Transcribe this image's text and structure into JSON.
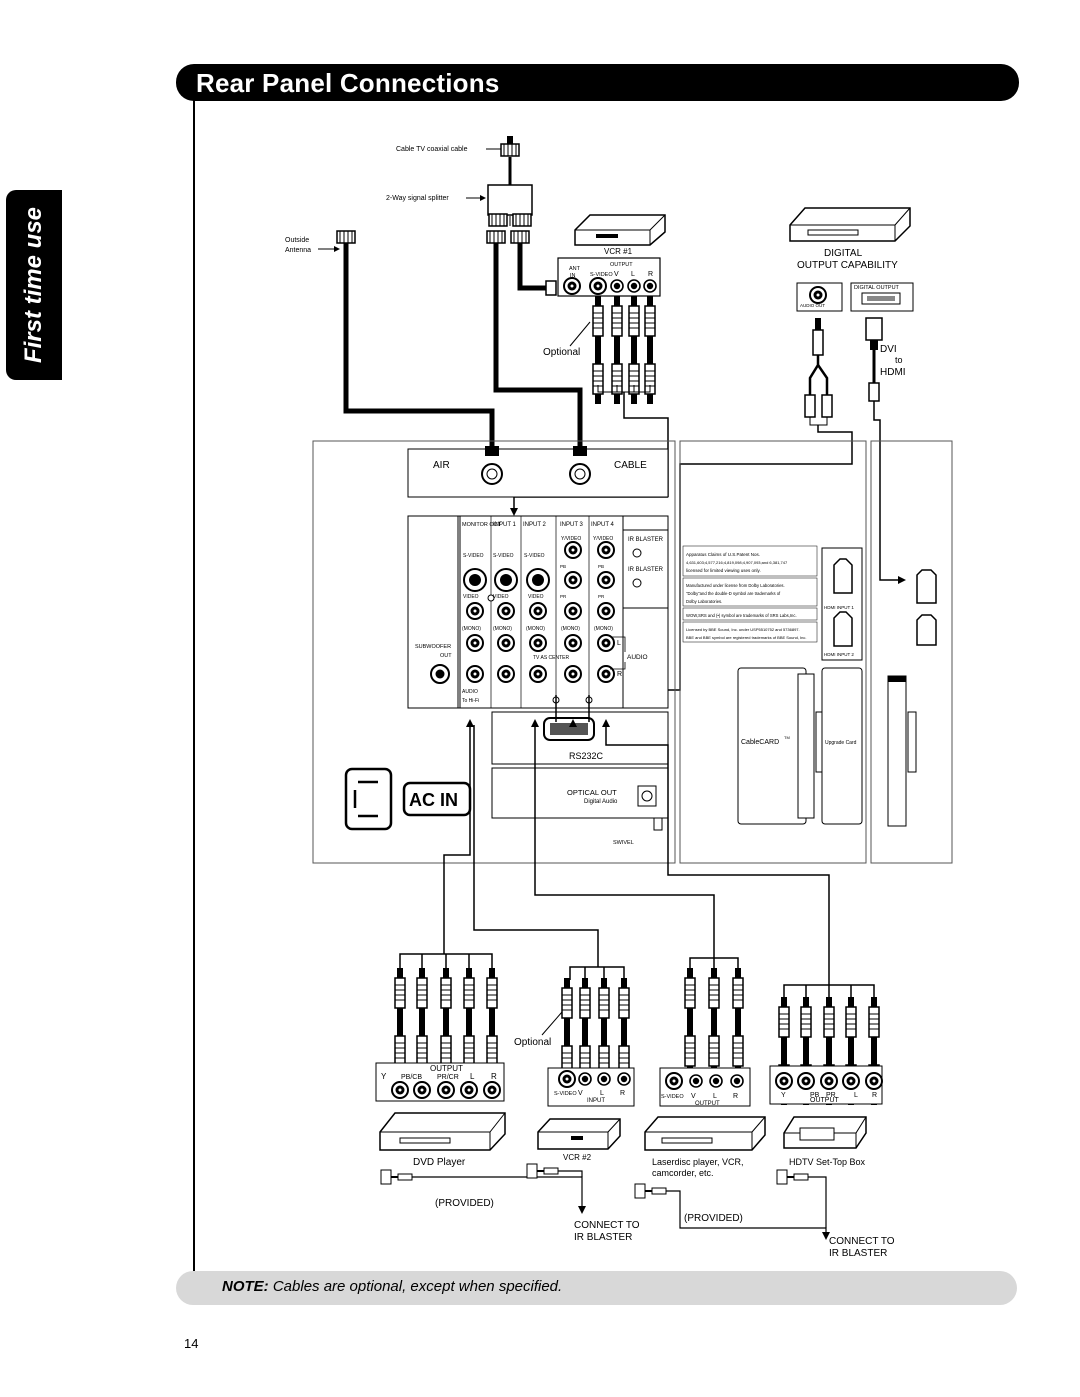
{
  "header": {
    "title": "Rear Panel Connections"
  },
  "side_tab": {
    "label": "First time use"
  },
  "note": {
    "prefix": "NOTE:",
    "text": "Cables are optional, except when specified."
  },
  "page_number": "14",
  "top_labels": {
    "cable_tv": "Cable TV coaxial cable",
    "splitter": "2-Way signal splitter",
    "outside": "Outside",
    "antenna": "Antenna",
    "vcr1": "VCR #1",
    "vcr1_output": "OUTPUT",
    "vcr1_ant": "ANT",
    "vcr1_in": "IN",
    "vcr1_svideo": "S-VIDEO",
    "vcr1_v": "V",
    "vcr1_l": "L",
    "vcr1_r": "R",
    "optional": "Optional",
    "digital": "DIGITAL",
    "output_capability": "OUTPUT CAPABILITY",
    "digital_output": "DIGITAL OUTPUT",
    "audio_out": "AUDIO OUT",
    "dvi": "DVI",
    "to": "to",
    "hdmi": "HDMI"
  },
  "panel": {
    "air": "AIR",
    "cable": "CABLE",
    "monitor_out": "MONITOR OUT",
    "input1": "INPUT 1",
    "input2": "INPUT 2",
    "input3": "INPUT 3",
    "input4": "INPUT 4",
    "yvideo": "Y/VIDEO",
    "svideo": "S-VIDEO",
    "video": "VIDEO",
    "mono": "(MONO)",
    "pb": "PB",
    "pr": "PR",
    "ir_blaster": "IR BLASTER",
    "subwoofer": "SUBWOOFER",
    "out": "OUT",
    "tv_as_center": "TV AS CENTER",
    "audio": "AUDIO",
    "audio_to_hifi_1": "AUDIO",
    "audio_to_hifi_2": "To Hi-Fi",
    "l": "L",
    "r": "R",
    "rs232c": "RS232C",
    "optical_out": "OPTICAL  OUT",
    "digital_audio": "Digital  Audio",
    "swivel": "SWIVEL",
    "ac_in": "AC IN",
    "patent1": "Apparatus Claims of U.S.Patent Nos.",
    "patent2": "4,631,603;4,577,216;4,819,098;4,907,093;and 6,381,747",
    "patent3": "licensed for limited viewing uses only.",
    "dolby1": "Manufactured under license from Dolby Laboratories.",
    "dolby2": "\"Dolby\"and the double-D symbol are trademarks of",
    "dolby3": "Dolby Laboratories.",
    "srs": "WOW,SRS and (•) symbol are trademarks of SRS Labs,Inc.",
    "bbe1": "Licensed by BBE Sound, Inc. under USP5510752 and 5736897.",
    "bbe2": "BBE and BBE symbol are registered trademarks of BBE Sound, Inc.",
    "hdmi_input1": "HDMI  INPUT  1",
    "hdmi_input2": "HDMI  INPUT  2",
    "cablecard": "CableCARD",
    "tm": "TM",
    "upgrade_card": "Upgrade  Card"
  },
  "bottom": {
    "output": "OUTPUT",
    "y": "Y",
    "pbcb": "PB/CB",
    "prcr": "PR/CR",
    "l": "L",
    "r": "R",
    "dvd_player": "DVD Player",
    "optional": "Optional",
    "svideo": "S-VIDEO",
    "v": "V",
    "input": "INPUT",
    "vcr2": "VCR #2",
    "laserdisc1": "Laserdisc player, VCR,",
    "laserdisc2": "camcorder, etc.",
    "hdtv": "HDTV Set-Top Box",
    "hdtv_output": "OUTPUT",
    "hdtv_y": "Y",
    "hdtv_pb": "PB",
    "hdtv_pr": "PR",
    "provided": "(PROVIDED)",
    "connect_to": "CONNECT TO",
    "ir_blaster": "IR BLASTER"
  }
}
